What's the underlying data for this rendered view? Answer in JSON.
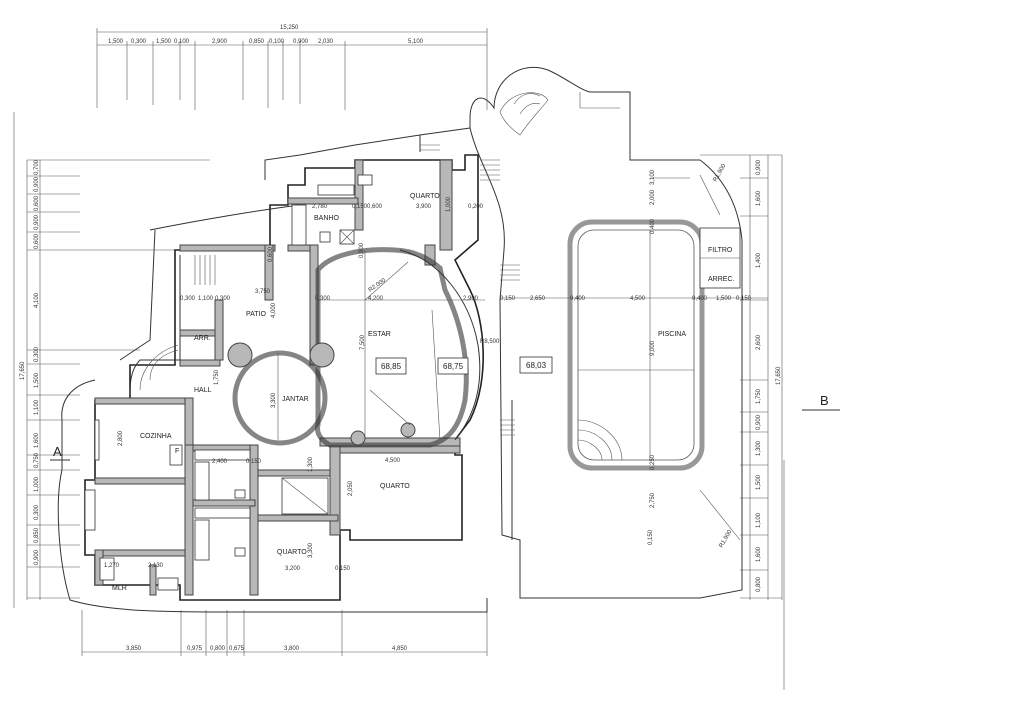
{
  "rooms": {
    "quarto_top": "QUARTO",
    "banho": "BANHO",
    "patio": "PATIO",
    "arr": "ARR.",
    "estar": "ESTAR",
    "jantar": "JANTAR",
    "hall": "HALL",
    "cozinha": "COZINHA",
    "f": "F",
    "quarto_mid": "QUARTO",
    "quarto_bottom": "QUARTO",
    "mlr": "MLR",
    "piscina": "PISCINA",
    "filtro": "FILTRO",
    "arrec": "ARREC."
  },
  "levels": {
    "l1": "68,85",
    "l2": "68,75",
    "l3": "68,03"
  },
  "section_marks": {
    "a": "A",
    "b": "B"
  },
  "top_dimensions": {
    "overall": "15,250",
    "d1": "1,500",
    "d2": "0,300",
    "d3": "1,500",
    "d4": "0,100",
    "d5": "2,900",
    "d6": "0,850",
    "d7": "0,100",
    "d8": "0,900",
    "d9": "2,030",
    "d10": "5,100"
  },
  "bottom_dimensions": {
    "b1": "3,850",
    "b2": "0,975",
    "b3": "0,800",
    "b4": "0,675",
    "b5": "3,800",
    "b6": "4,850"
  },
  "left_dimensions": {
    "overall": "17,650",
    "l1": "0,700",
    "l2": "0,900",
    "l3": "0,600",
    "l4": "0,900",
    "l5": "0,600",
    "l6": "4,100",
    "l7": "0,300",
    "l8": "1,500",
    "l9": "1,100",
    "l10": "1,600",
    "l11": "0,750",
    "l12": "1,000",
    "l13": "0,300",
    "l14": "0,850",
    "l15": "0,900"
  },
  "right_dimensions": {
    "overall": "17,650",
    "r1": "0,900",
    "r2": "1,600",
    "r3": "2,600",
    "r4": "1,750",
    "r5": "0,900",
    "r6": "1,300",
    "r7": "1,500",
    "r8": "1,100",
    "r9": "1,600",
    "r10": "0,800"
  },
  "interior_dimensions": {
    "i1": "3,750",
    "i2": "0,300",
    "i3": "1,100",
    "i4": "0,300",
    "i5": "4,200",
    "i6": "0,300",
    "i7": "2,900",
    "i8": "0,150",
    "i9": "2,650",
    "i10": "0,400",
    "i11": "4,500",
    "i12": "0,400",
    "i13": "1,500",
    "i14": "0,150",
    "i15": "2,780",
    "i16": "0,150",
    "i17": "0,600",
    "i18": "3,900",
    "i19": "0,200",
    "i20": "1,000",
    "i21": "R2,000",
    "i22": "R8,500",
    "i23": "7,500",
    "i24": "4,000",
    "i25": "3,300",
    "i26": "1,750",
    "i27": "2,800",
    "i28": "2,400",
    "i29": "0,150",
    "i30": "1,300",
    "i31": "4,500",
    "i32": "2,050",
    "i33": "3,200",
    "i34": "3,300",
    "i35": "0,150",
    "i36": "1,270",
    "i37": "2,130",
    "i38": "9,000",
    "i39": "2,000",
    "i40": "0,400",
    "i41": "2,750",
    "i42": "0,250",
    "i43": "R1,900",
    "i44": "R1,900",
    "i45": "3,100",
    "i46": "0,900",
    "i47": "0,600",
    "i48": "0,150",
    "i49": "1,400"
  }
}
